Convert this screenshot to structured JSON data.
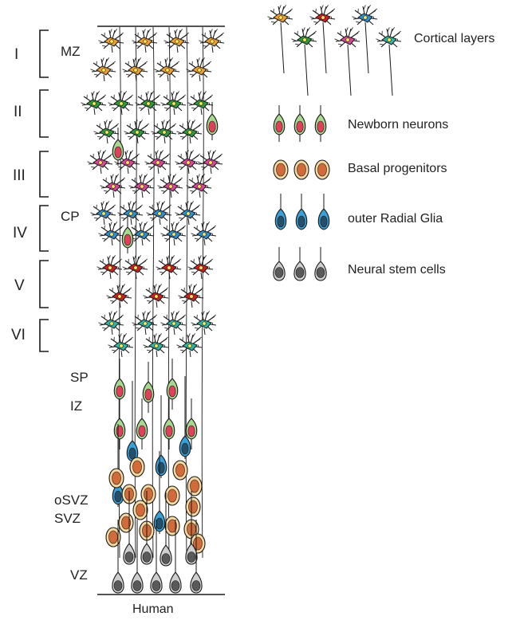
{
  "layers": [
    {
      "id": "I",
      "label": "I"
    },
    {
      "id": "II",
      "label": "II"
    },
    {
      "id": "III",
      "label": "III"
    },
    {
      "id": "IV",
      "label": "IV"
    },
    {
      "id": "V",
      "label": "V"
    },
    {
      "id": "VI",
      "label": "VI"
    }
  ],
  "zones": {
    "mz": "MZ",
    "cp": "CP",
    "sp": "SP",
    "iz": "IZ",
    "osvz": "oSVZ",
    "svz": "SVZ",
    "vz": "VZ"
  },
  "legend": {
    "cortical_layers": "Cortical layers",
    "newborn_neurons": "Newborn neurons",
    "basal_progenitors": "Basal progenitors",
    "outer_radial_glia": "outer Radial Glia",
    "neural_stem_cells": "Neural stem cells"
  },
  "caption": "Human",
  "colors": {
    "layer_I": "#f0a030",
    "layer_II": "#2e9a3c",
    "layer_III": "#d9479a",
    "layer_IV": "#2e90d0",
    "layer_V": "#cc2020",
    "layer_VI": "#2fb3a4",
    "newborn_body": "#a8d890",
    "newborn_nucleus": "#e0405a",
    "basal_body": "#f5d9a0",
    "basal_nucleus": "#d26a3a",
    "orgs_body": "#3aa0d8",
    "orgs_nucleus": "#26506a",
    "nsc_body": "#cfcfcf",
    "nsc_nucleus": "#5a5a5a"
  }
}
